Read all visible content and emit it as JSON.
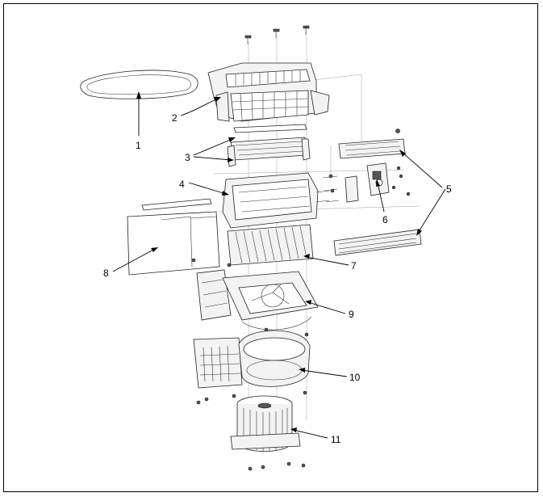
{
  "callouts": {
    "c1": "1",
    "c2": "2",
    "c3": "3",
    "c4": "4",
    "c5": "5",
    "c6": "6",
    "c7": "7",
    "c8": "8",
    "c9": "9",
    "c10": "10",
    "c11": "11"
  },
  "colors": {
    "line": "#000000",
    "part_fill": "#f3f3f3",
    "background": "#ffffff"
  }
}
